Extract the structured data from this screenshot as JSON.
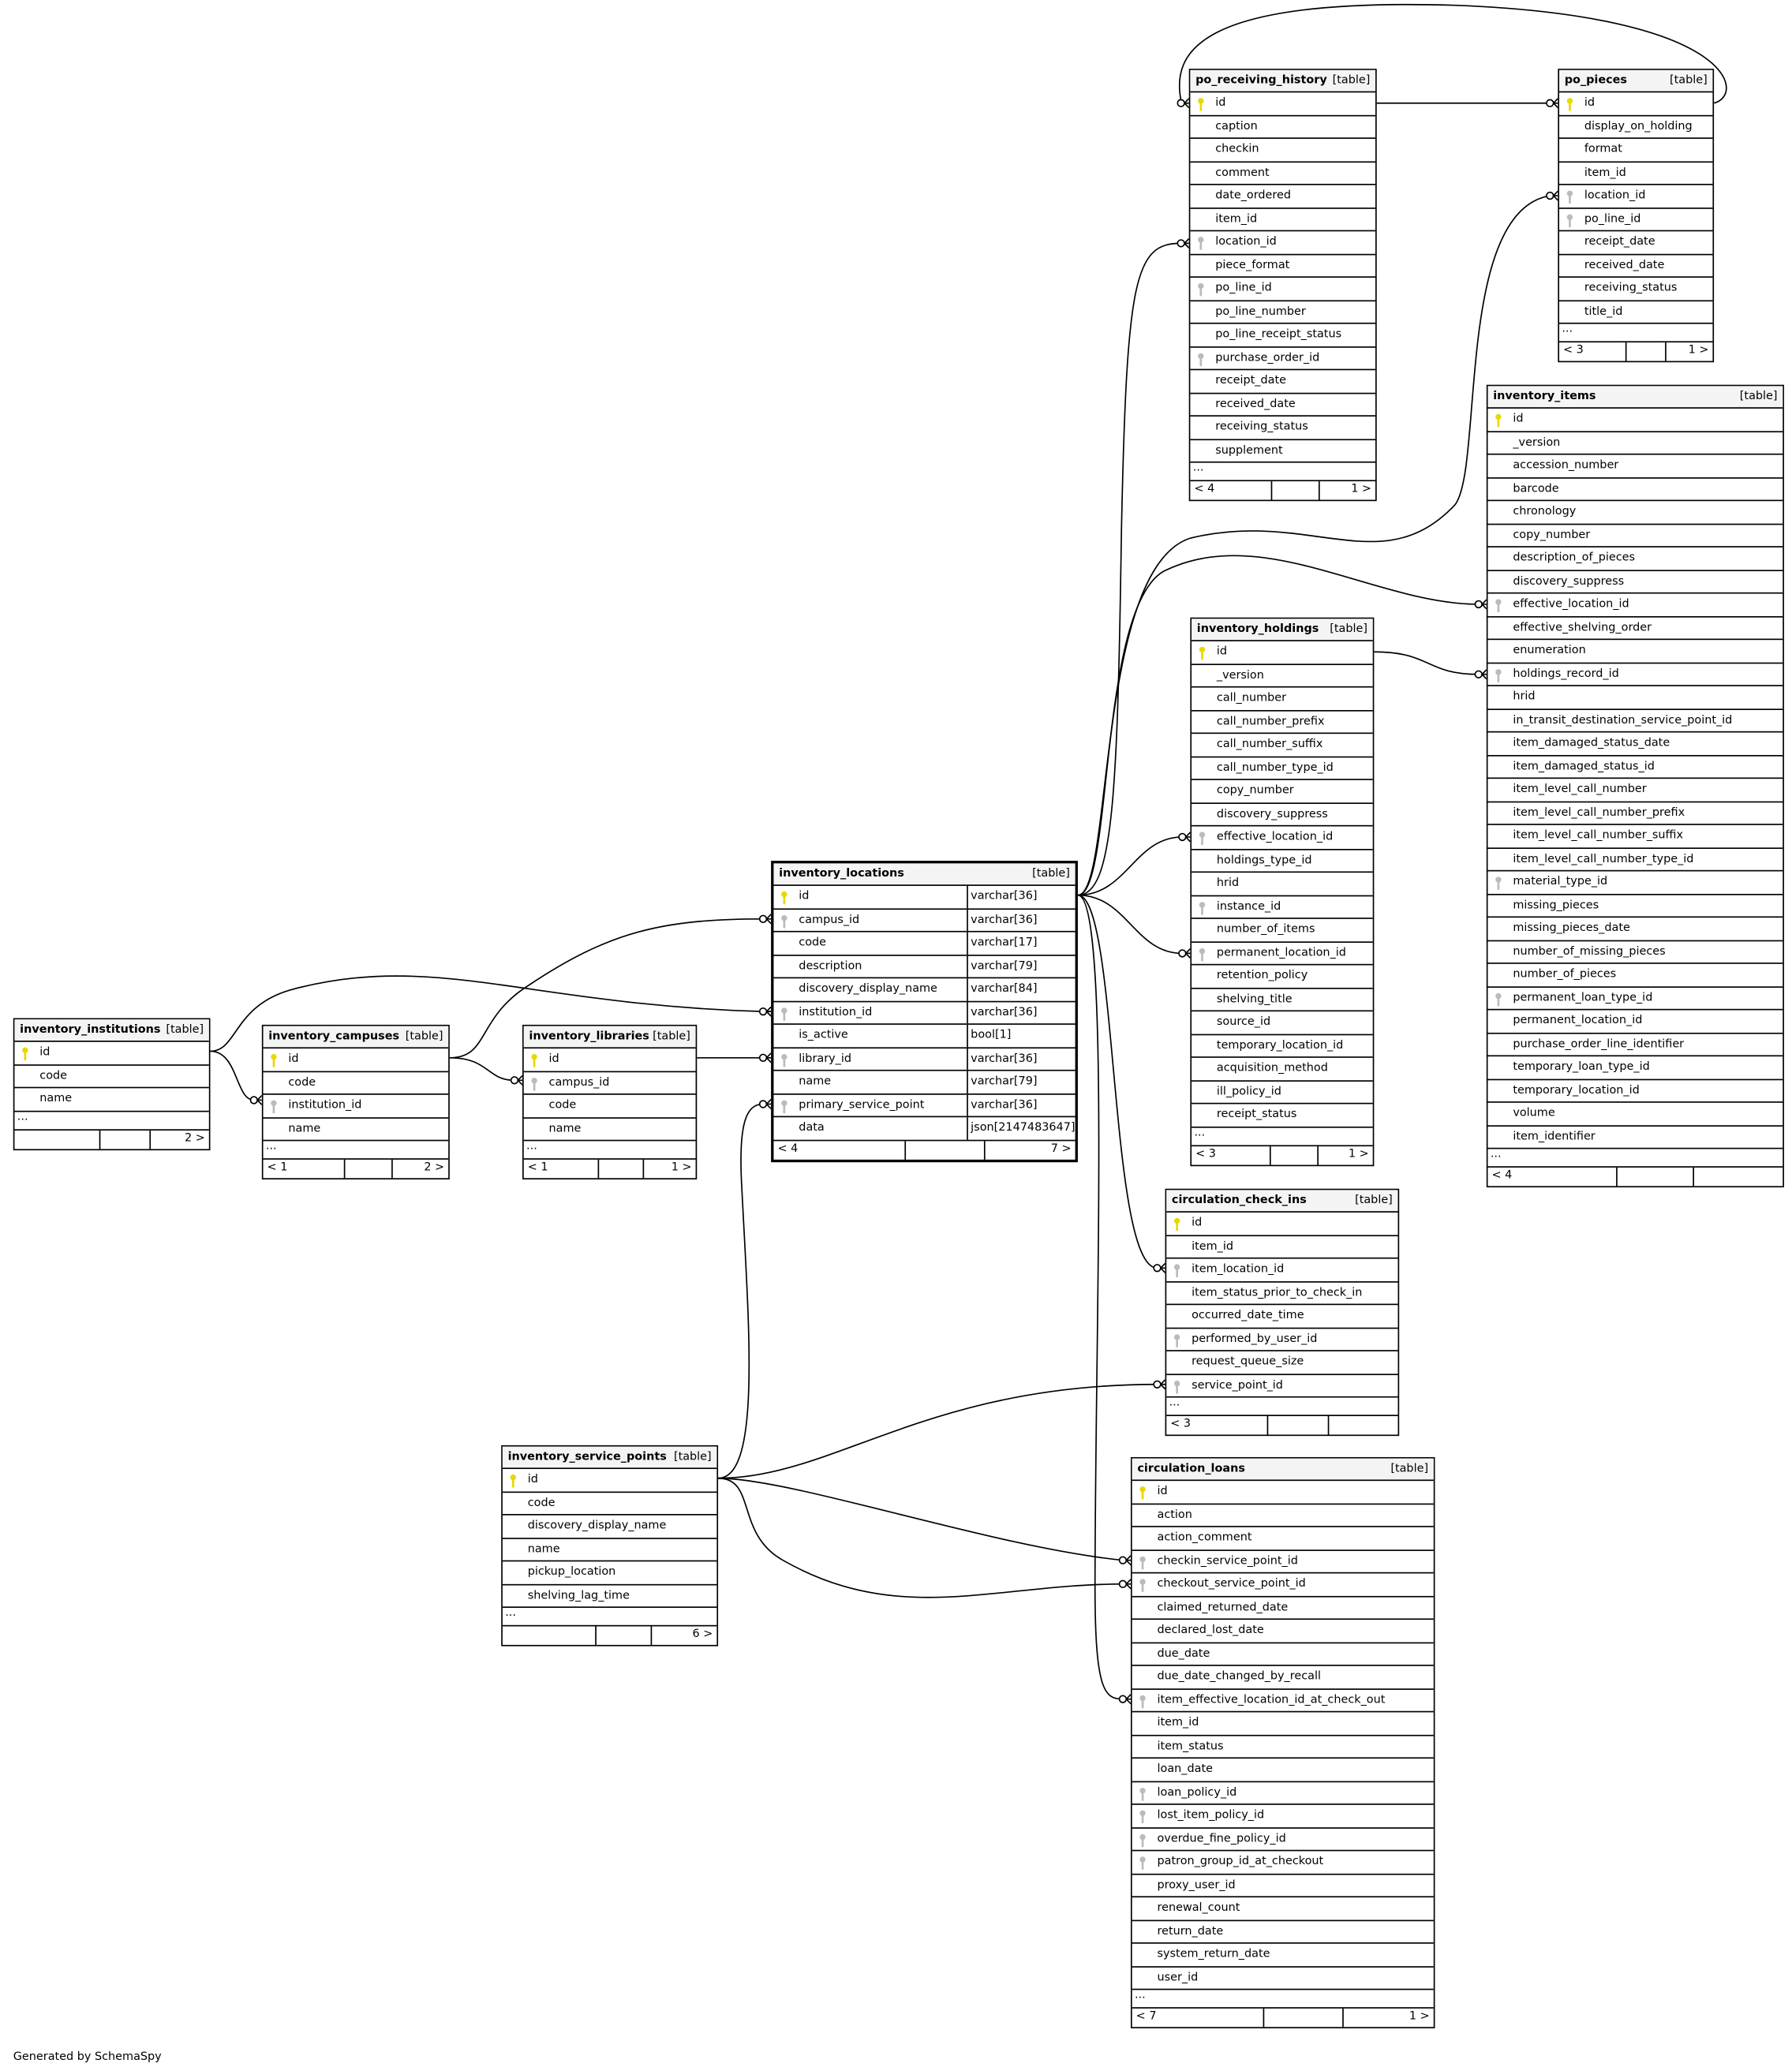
{
  "footer_text": "Generated by SchemaSpy",
  "colors": {
    "pk_key": "#e8d800",
    "fk_key": "#bbbbbb",
    "header_bg": "#f4f4f4"
  },
  "tables": [
    {
      "id": "po_receiving_history",
      "title": "po_receiving_history",
      "kind": "[table]",
      "columns": [
        {
          "name": "id",
          "key": "pk"
        },
        {
          "name": "caption"
        },
        {
          "name": "checkin"
        },
        {
          "name": "comment"
        },
        {
          "name": "date_ordered"
        },
        {
          "name": "item_id"
        },
        {
          "name": "location_id",
          "key": "fk"
        },
        {
          "name": "piece_format"
        },
        {
          "name": "po_line_id",
          "key": "fk"
        },
        {
          "name": "po_line_number"
        },
        {
          "name": "po_line_receipt_status"
        },
        {
          "name": "purchase_order_id",
          "key": "fk"
        },
        {
          "name": "receipt_date"
        },
        {
          "name": "received_date"
        },
        {
          "name": "receiving_status"
        },
        {
          "name": "supplement"
        }
      ],
      "ellipsis": "...",
      "footer": {
        "left": "< 4",
        "right": "1 >"
      }
    },
    {
      "id": "po_pieces",
      "title": "po_pieces",
      "kind": "[table]",
      "columns": [
        {
          "name": "id",
          "key": "pk"
        },
        {
          "name": "display_on_holding"
        },
        {
          "name": "format"
        },
        {
          "name": "item_id"
        },
        {
          "name": "location_id",
          "key": "fk"
        },
        {
          "name": "po_line_id",
          "key": "fk"
        },
        {
          "name": "receipt_date"
        },
        {
          "name": "received_date"
        },
        {
          "name": "receiving_status"
        },
        {
          "name": "title_id"
        }
      ],
      "ellipsis": "...",
      "footer": {
        "left": "< 3",
        "right": "1 >"
      }
    },
    {
      "id": "inventory_items",
      "title": "inventory_items",
      "kind": "[table]",
      "columns": [
        {
          "name": "id",
          "key": "pk"
        },
        {
          "name": "_version"
        },
        {
          "name": "accession_number"
        },
        {
          "name": "barcode"
        },
        {
          "name": "chronology"
        },
        {
          "name": "copy_number"
        },
        {
          "name": "description_of_pieces"
        },
        {
          "name": "discovery_suppress"
        },
        {
          "name": "effective_location_id",
          "key": "fk"
        },
        {
          "name": "effective_shelving_order"
        },
        {
          "name": "enumeration"
        },
        {
          "name": "holdings_record_id",
          "key": "fk"
        },
        {
          "name": "hrid"
        },
        {
          "name": "in_transit_destination_service_point_id"
        },
        {
          "name": "item_damaged_status_date"
        },
        {
          "name": "item_damaged_status_id"
        },
        {
          "name": "item_level_call_number"
        },
        {
          "name": "item_level_call_number_prefix"
        },
        {
          "name": "item_level_call_number_suffix"
        },
        {
          "name": "item_level_call_number_type_id"
        },
        {
          "name": "material_type_id",
          "key": "fk"
        },
        {
          "name": "missing_pieces"
        },
        {
          "name": "missing_pieces_date"
        },
        {
          "name": "number_of_missing_pieces"
        },
        {
          "name": "number_of_pieces"
        },
        {
          "name": "permanent_loan_type_id",
          "key": "fk"
        },
        {
          "name": "permanent_location_id"
        },
        {
          "name": "purchase_order_line_identifier"
        },
        {
          "name": "temporary_loan_type_id"
        },
        {
          "name": "temporary_location_id"
        },
        {
          "name": "volume"
        },
        {
          "name": "item_identifier"
        }
      ],
      "ellipsis": "...",
      "footer": {
        "left": "< 4",
        "right": ""
      }
    },
    {
      "id": "inventory_holdings",
      "title": "inventory_holdings",
      "kind": "[table]",
      "columns": [
        {
          "name": "id",
          "key": "pk"
        },
        {
          "name": "_version"
        },
        {
          "name": "call_number"
        },
        {
          "name": "call_number_prefix"
        },
        {
          "name": "call_number_suffix"
        },
        {
          "name": "call_number_type_id"
        },
        {
          "name": "copy_number"
        },
        {
          "name": "discovery_suppress"
        },
        {
          "name": "effective_location_id",
          "key": "fk"
        },
        {
          "name": "holdings_type_id"
        },
        {
          "name": "hrid"
        },
        {
          "name": "instance_id",
          "key": "fk"
        },
        {
          "name": "number_of_items"
        },
        {
          "name": "permanent_location_id",
          "key": "fk"
        },
        {
          "name": "retention_policy"
        },
        {
          "name": "shelving_title"
        },
        {
          "name": "source_id"
        },
        {
          "name": "temporary_location_id"
        },
        {
          "name": "acquisition_method"
        },
        {
          "name": "ill_policy_id"
        },
        {
          "name": "receipt_status"
        }
      ],
      "ellipsis": "...",
      "footer": {
        "left": "< 3",
        "right": "1 >"
      }
    },
    {
      "id": "inventory_locations",
      "title": "inventory_locations",
      "kind": "[table]",
      "focus": true,
      "columns": [
        {
          "name": "id",
          "key": "pk",
          "type": "varchar[36]"
        },
        {
          "name": "campus_id",
          "key": "fk",
          "type": "varchar[36]"
        },
        {
          "name": "code",
          "type": "varchar[17]"
        },
        {
          "name": "description",
          "type": "varchar[79]"
        },
        {
          "name": "discovery_display_name",
          "type": "varchar[84]"
        },
        {
          "name": "institution_id",
          "key": "fk",
          "type": "varchar[36]"
        },
        {
          "name": "is_active",
          "type": "bool[1]"
        },
        {
          "name": "library_id",
          "key": "fk",
          "type": "varchar[36]"
        },
        {
          "name": "name",
          "type": "varchar[79]"
        },
        {
          "name": "primary_service_point",
          "key": "fk",
          "type": "varchar[36]"
        },
        {
          "name": "data",
          "type": "json[2147483647]"
        }
      ],
      "footer": {
        "left": "< 4",
        "right": "7 >"
      }
    },
    {
      "id": "inventory_institutions",
      "title": "inventory_institutions",
      "kind": "[table]",
      "columns": [
        {
          "name": "id",
          "key": "pk"
        },
        {
          "name": "code"
        },
        {
          "name": "name"
        }
      ],
      "ellipsis": "...",
      "footer": {
        "left": "",
        "right": "2 >"
      }
    },
    {
      "id": "inventory_campuses",
      "title": "inventory_campuses",
      "kind": "[table]",
      "columns": [
        {
          "name": "id",
          "key": "pk"
        },
        {
          "name": "code"
        },
        {
          "name": "institution_id",
          "key": "fk"
        },
        {
          "name": "name"
        }
      ],
      "ellipsis": "...",
      "footer": {
        "left": "< 1",
        "right": "2 >"
      }
    },
    {
      "id": "inventory_libraries",
      "title": "inventory_libraries",
      "kind": "[table]",
      "columns": [
        {
          "name": "id",
          "key": "pk"
        },
        {
          "name": "campus_id",
          "key": "fk"
        },
        {
          "name": "code"
        },
        {
          "name": "name"
        }
      ],
      "ellipsis": "...",
      "footer": {
        "left": "< 1",
        "right": "1 >"
      }
    },
    {
      "id": "circulation_check_ins",
      "title": "circulation_check_ins",
      "kind": "[table]",
      "columns": [
        {
          "name": "id",
          "key": "pk"
        },
        {
          "name": "item_id"
        },
        {
          "name": "item_location_id",
          "key": "fk"
        },
        {
          "name": "item_status_prior_to_check_in"
        },
        {
          "name": "occurred_date_time"
        },
        {
          "name": "performed_by_user_id",
          "key": "fk"
        },
        {
          "name": "request_queue_size"
        },
        {
          "name": "service_point_id",
          "key": "fk"
        }
      ],
      "ellipsis": "...",
      "footer": {
        "left": "< 3",
        "right": ""
      }
    },
    {
      "id": "inventory_service_points",
      "title": "inventory_service_points",
      "kind": "[table]",
      "columns": [
        {
          "name": "id",
          "key": "pk"
        },
        {
          "name": "code"
        },
        {
          "name": "discovery_display_name"
        },
        {
          "name": "name"
        },
        {
          "name": "pickup_location"
        },
        {
          "name": "shelving_lag_time"
        }
      ],
      "ellipsis": "...",
      "footer": {
        "left": "",
        "right": "6 >"
      }
    },
    {
      "id": "circulation_loans",
      "title": "circulation_loans",
      "kind": "[table]",
      "columns": [
        {
          "name": "id",
          "key": "pk"
        },
        {
          "name": "action"
        },
        {
          "name": "action_comment"
        },
        {
          "name": "checkin_service_point_id",
          "key": "fk"
        },
        {
          "name": "checkout_service_point_id",
          "key": "fk"
        },
        {
          "name": "claimed_returned_date"
        },
        {
          "name": "declared_lost_date"
        },
        {
          "name": "due_date"
        },
        {
          "name": "due_date_changed_by_recall"
        },
        {
          "name": "item_effective_location_id_at_check_out",
          "key": "fk"
        },
        {
          "name": "item_id"
        },
        {
          "name": "item_status"
        },
        {
          "name": "loan_date"
        },
        {
          "name": "loan_policy_id",
          "key": "fk"
        },
        {
          "name": "lost_item_policy_id",
          "key": "fk"
        },
        {
          "name": "overdue_fine_policy_id",
          "key": "fk"
        },
        {
          "name": "patron_group_id_at_checkout",
          "key": "fk"
        },
        {
          "name": "proxy_user_id"
        },
        {
          "name": "renewal_count"
        },
        {
          "name": "return_date"
        },
        {
          "name": "system_return_date"
        },
        {
          "name": "user_id"
        }
      ],
      "ellipsis": "...",
      "footer": {
        "left": "< 7",
        "right": "1 >"
      }
    }
  ]
}
